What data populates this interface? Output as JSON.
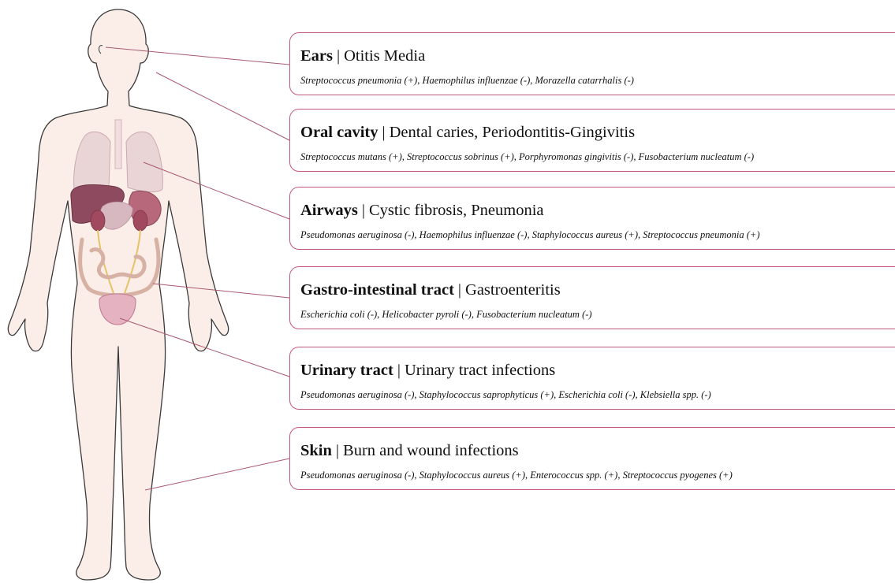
{
  "sites": [
    {
      "site": "Ears",
      "disease": "Otitis Media",
      "pathogens": "Streptococcus pneumonia (+), Haemophilus influenzae (-), Morazella catarrhalis (-)"
    },
    {
      "site": "Oral cavity",
      "disease": "Dental caries, Periodontitis-Gingivitis",
      "pathogens": "Streptococcus mutans (+), Streptococcus sobrinus (+), Porphyromonas gingivitis (-), Fusobacterium nucleatum (-)"
    },
    {
      "site": "Airways",
      "disease": "Cystic fibrosis, Pneumonia",
      "pathogens": "Pseudomonas aeruginosa (-), Haemophilus influenzae (-), Staphylococcus aureus (+), Streptococcus pneumonia (+)"
    },
    {
      "site": "Gastro-intestinal tract",
      "disease": "Gastroenteritis",
      "pathogens": "Escherichia coli (-), Helicobacter pyroli (-), Fusobacterium nucleatum (-)"
    },
    {
      "site": "Urinary tract",
      "disease": "Urinary tract infections",
      "pathogens": "Pseudomonas aeruginosa (-), Staphylococcus saprophyticus (+), Escherichia coli (-), Klebsiella spp. (-)"
    },
    {
      "site": "Skin",
      "disease": "Burn and wound infections",
      "pathogens": "Pseudomonas aeruginosa (-), Staphylococcus aureus (+), Enterococcus spp. (+), Streptococcus pyogenes (+)"
    }
  ],
  "separator": "|",
  "colors": {
    "card_border": "#c2577c",
    "leader_line": "#a85a72",
    "skin_fill": "#fbeee8",
    "skin_outline": "#3a3a3a"
  }
}
